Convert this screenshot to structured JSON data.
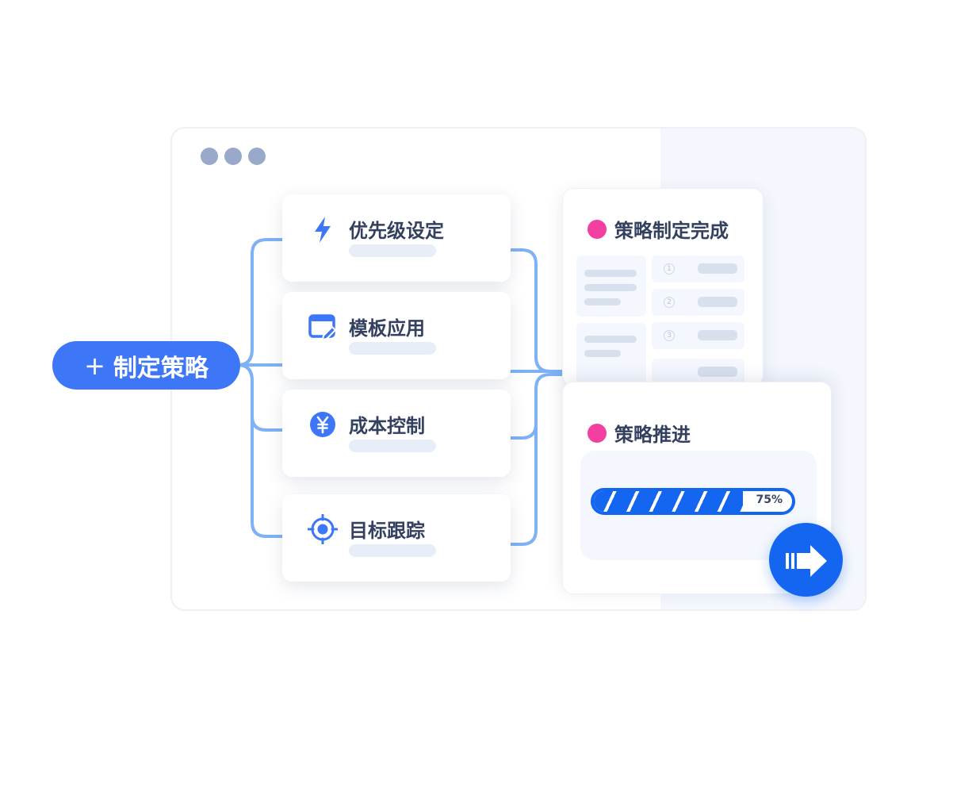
{
  "main_button": {
    "plus": "+",
    "label": "制定策略"
  },
  "cards": [
    {
      "title": "优先级设定",
      "icon": "lightning-icon"
    },
    {
      "title": "模板应用",
      "icon": "template-edit-icon"
    },
    {
      "title": "成本控制",
      "icon": "yen-coin-icon"
    },
    {
      "title": "目标跟踪",
      "icon": "target-icon"
    }
  ],
  "completed_panel": {
    "title": "策略制定完成",
    "steps": [
      "1",
      "2",
      "3"
    ]
  },
  "progress_panel": {
    "title": "策略推进",
    "progress_percent": 75,
    "progress_label": "75%"
  },
  "colors": {
    "primary": "#3d76f6",
    "progress_blue": "#1466f1",
    "connector": "#7fb1f5",
    "status_dot": "#f23fa0",
    "window_dots": "#98a9ca"
  }
}
